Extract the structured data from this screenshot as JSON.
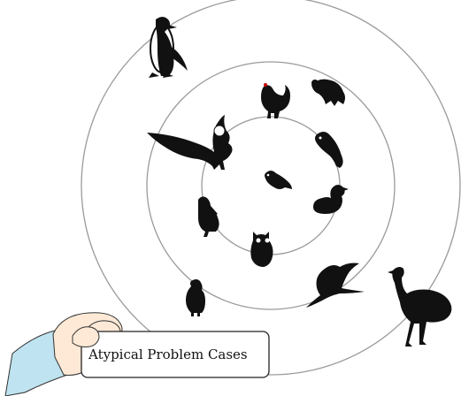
{
  "diagram": {
    "rings": [
      "outer",
      "middle",
      "inner"
    ],
    "birds": [
      {
        "name": "penguin"
      },
      {
        "name": "vulture"
      },
      {
        "name": "chicken"
      },
      {
        "name": "eagle"
      },
      {
        "name": "parrot"
      },
      {
        "name": "sparrow"
      },
      {
        "name": "pelican"
      },
      {
        "name": "duck"
      },
      {
        "name": "owl"
      },
      {
        "name": "vulture-standing"
      },
      {
        "name": "heron"
      },
      {
        "name": "ostrich"
      }
    ],
    "label": "Atypical Problem Cases",
    "colors": {
      "ring": "#9a9a9a",
      "bird": "#111111",
      "sleeve": "#bfe3f0",
      "hand": "#fde9d6"
    }
  }
}
